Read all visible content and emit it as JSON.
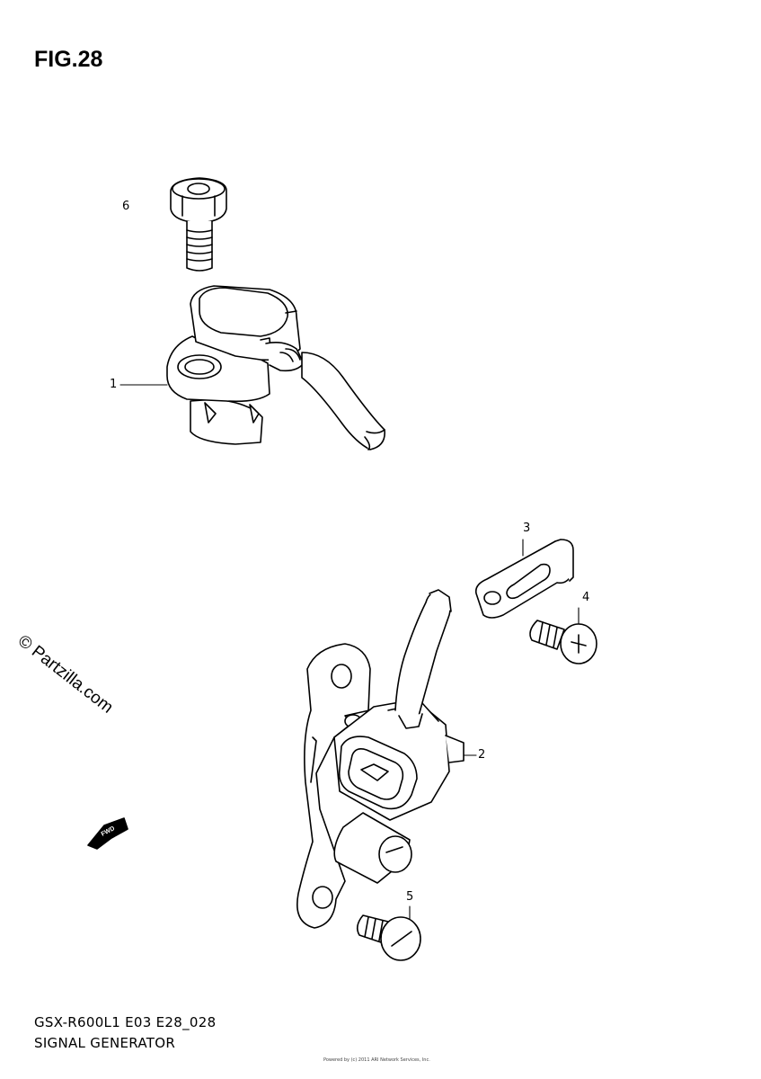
{
  "figure": {
    "title": "FIG.28"
  },
  "callouts": [
    {
      "id": "6",
      "label": "6"
    },
    {
      "id": "1",
      "label": "1"
    },
    {
      "id": "3",
      "label": "3"
    },
    {
      "id": "4",
      "label": "4"
    },
    {
      "id": "2",
      "label": "2"
    },
    {
      "id": "5",
      "label": "5"
    }
  ],
  "watermark": "© Partzilla.com",
  "fwd_arrow": {
    "label": "FWD"
  },
  "footer": {
    "model_code": "GSX-R600L1 E03 E28_028",
    "section_name": "SIGNAL GENERATOR",
    "copyright": "Powered by (c) 2011 ARI Network Services, Inc."
  }
}
